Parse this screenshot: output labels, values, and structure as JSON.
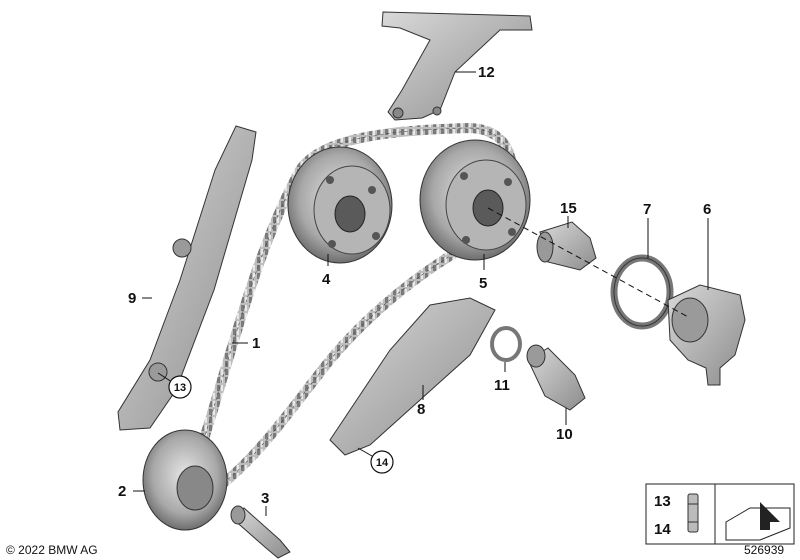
{
  "diagram": {
    "callouts": {
      "c1": "1",
      "c2": "2",
      "c3": "3",
      "c4": "4",
      "c5": "5",
      "c6": "6",
      "c7": "7",
      "c8": "8",
      "c9": "9",
      "c10": "10",
      "c11": "11",
      "c12": "12",
      "c15": "15"
    },
    "circled": {
      "c13": "13",
      "c14": "14"
    },
    "legend": {
      "item_a": "13",
      "item_b": "14"
    },
    "footer": {
      "copyright": "© 2022 BMW AG",
      "diagram_number": "526939"
    }
  }
}
